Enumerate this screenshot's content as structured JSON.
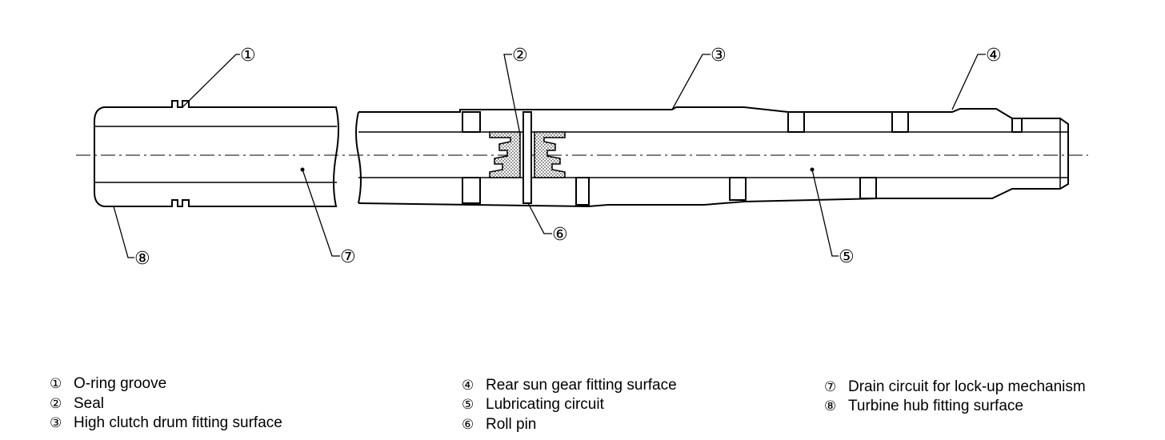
{
  "callouts": [
    "①",
    "②",
    "③",
    "④",
    "⑤",
    "⑥",
    "⑦",
    "⑧"
  ],
  "legend": [
    {
      "num": "①",
      "text": "O-ring groove"
    },
    {
      "num": "②",
      "text": "Seal"
    },
    {
      "num": "③",
      "text": "High clutch drum fitting surface"
    },
    {
      "num": "④",
      "text": "Rear sun gear fitting surface"
    },
    {
      "num": "⑤",
      "text": "Lubricating circuit"
    },
    {
      "num": "⑥",
      "text": "Roll pin"
    },
    {
      "num": "⑦",
      "text": "Drain circuit for lock-up mechanism"
    },
    {
      "num": "⑧",
      "text": "Turbine hub fitting surface"
    }
  ]
}
